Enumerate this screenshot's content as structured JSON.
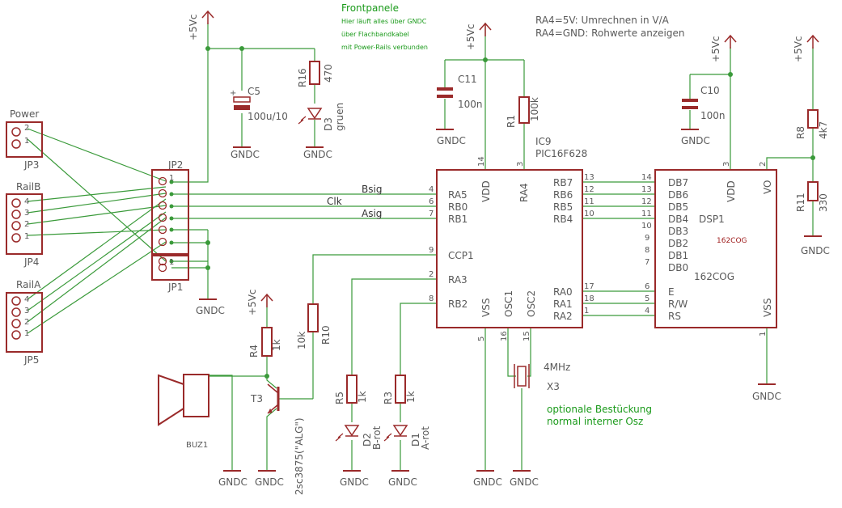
{
  "colors": {
    "wire": "#3a9a3a",
    "part": "#9a2a2a",
    "label": "#595959",
    "net": "#1a9a1a"
  },
  "notes": {
    "frontpanel": "Frontpanele",
    "frontpanel_desc": [
      "Hier läuft alles über GNDC",
      "über Flachbandkabel",
      "mit Power-Rails verbunden"
    ],
    "ra4_5v": "RA4=5V: Umrechnen in V/A",
    "ra4_gnd": "RA4=GND: Rohwerte anzeigen",
    "optional": [
      "optionale Bestückung",
      "normal interner Osz"
    ]
  },
  "supply": {
    "vcc": "+5Vc",
    "gnd": "GNDC"
  },
  "connectors": {
    "power": {
      "title": "Power",
      "name": "JP3",
      "pins": [
        "2",
        "1"
      ]
    },
    "railb": {
      "title": "RailB",
      "name": "JP4",
      "pins": [
        "4",
        "3",
        "2",
        "1"
      ]
    },
    "raila": {
      "title": "RailA",
      "name": "JP5",
      "pins": [
        "4",
        "3",
        "2",
        "1"
      ]
    },
    "jp2": {
      "name": "JP2",
      "pin1": "1"
    },
    "jp1": {
      "name": "JP1",
      "pin1": "1"
    }
  },
  "nets": {
    "bsig": "Bsig",
    "clk": "Clk",
    "asig": "Asig"
  },
  "components": {
    "c5": {
      "name": "C5",
      "value": "100u/10"
    },
    "r16": {
      "name": "R16",
      "value": "470"
    },
    "d3": {
      "name": "D3",
      "value": "gruen"
    },
    "c11": {
      "name": "C11",
      "value": "100n"
    },
    "r1": {
      "name": "R1",
      "value": "100k"
    },
    "c10": {
      "name": "C10",
      "value": "100n"
    },
    "r8": {
      "name": "R8",
      "value": "4k7"
    },
    "r11": {
      "name": "R11",
      "value": "330"
    },
    "r4": {
      "name": "R4",
      "value": "1k"
    },
    "r10": {
      "name": "R10",
      "value": "10k"
    },
    "r5": {
      "name": "R5",
      "value": "1k"
    },
    "r3": {
      "name": "R3",
      "value": "1k"
    },
    "d2": {
      "name": "D2",
      "value": "B-rot"
    },
    "d1": {
      "name": "D1",
      "value": "A-rot"
    },
    "t3": {
      "name": "T3",
      "value": "2sc3875(\"ALG\")"
    },
    "buz": {
      "name": "BUZ1"
    },
    "x3": {
      "name": "X3",
      "value": "4MHz"
    }
  },
  "ic9": {
    "name": "IC9",
    "part": "PIC16F628",
    "left": [
      {
        "n": "4",
        "l": "RA5"
      },
      {
        "n": "6",
        "l": "RB0"
      },
      {
        "n": "7",
        "l": "RB1"
      },
      {
        "n": "9",
        "l": "CCP1"
      },
      {
        "n": "2",
        "l": "RA3"
      },
      {
        "n": "8",
        "l": "RB2"
      }
    ],
    "top": [
      {
        "n": "14",
        "l": "VDD"
      },
      {
        "n": "3",
        "l": "RA4"
      }
    ],
    "right": [
      {
        "n": "13",
        "l": "RB7"
      },
      {
        "n": "12",
        "l": "RB6"
      },
      {
        "n": "11",
        "l": "RB5"
      },
      {
        "n": "10",
        "l": "RB4"
      },
      {
        "n": "17",
        "l": "RA0"
      },
      {
        "n": "18",
        "l": "RA1"
      },
      {
        "n": "1",
        "l": "RA2"
      }
    ],
    "bottom": [
      {
        "n": "5",
        "l": "VSS"
      },
      {
        "n": "16",
        "l": "OSC1"
      },
      {
        "n": "15",
        "l": "OSC2"
      }
    ]
  },
  "dsp1": {
    "name": "DSP1",
    "part": "162COG",
    "value": "162COG",
    "left": [
      {
        "n": "14",
        "l": "DB7"
      },
      {
        "n": "13",
        "l": "DB6"
      },
      {
        "n": "12",
        "l": "DB5"
      },
      {
        "n": "11",
        "l": "DB4"
      },
      {
        "n": "10",
        "l": "DB3"
      },
      {
        "n": "9",
        "l": "DB2"
      },
      {
        "n": "8",
        "l": "DB1"
      },
      {
        "n": "7",
        "l": "DB0"
      },
      {
        "n": "6",
        "l": "E"
      },
      {
        "n": "5",
        "l": "R/W"
      },
      {
        "n": "4",
        "l": "RS"
      }
    ],
    "top": [
      {
        "n": "3",
        "l": "VDD"
      },
      {
        "n": "2",
        "l": "VO"
      }
    ],
    "bottom": [
      {
        "n": "1",
        "l": "VSS"
      }
    ]
  }
}
